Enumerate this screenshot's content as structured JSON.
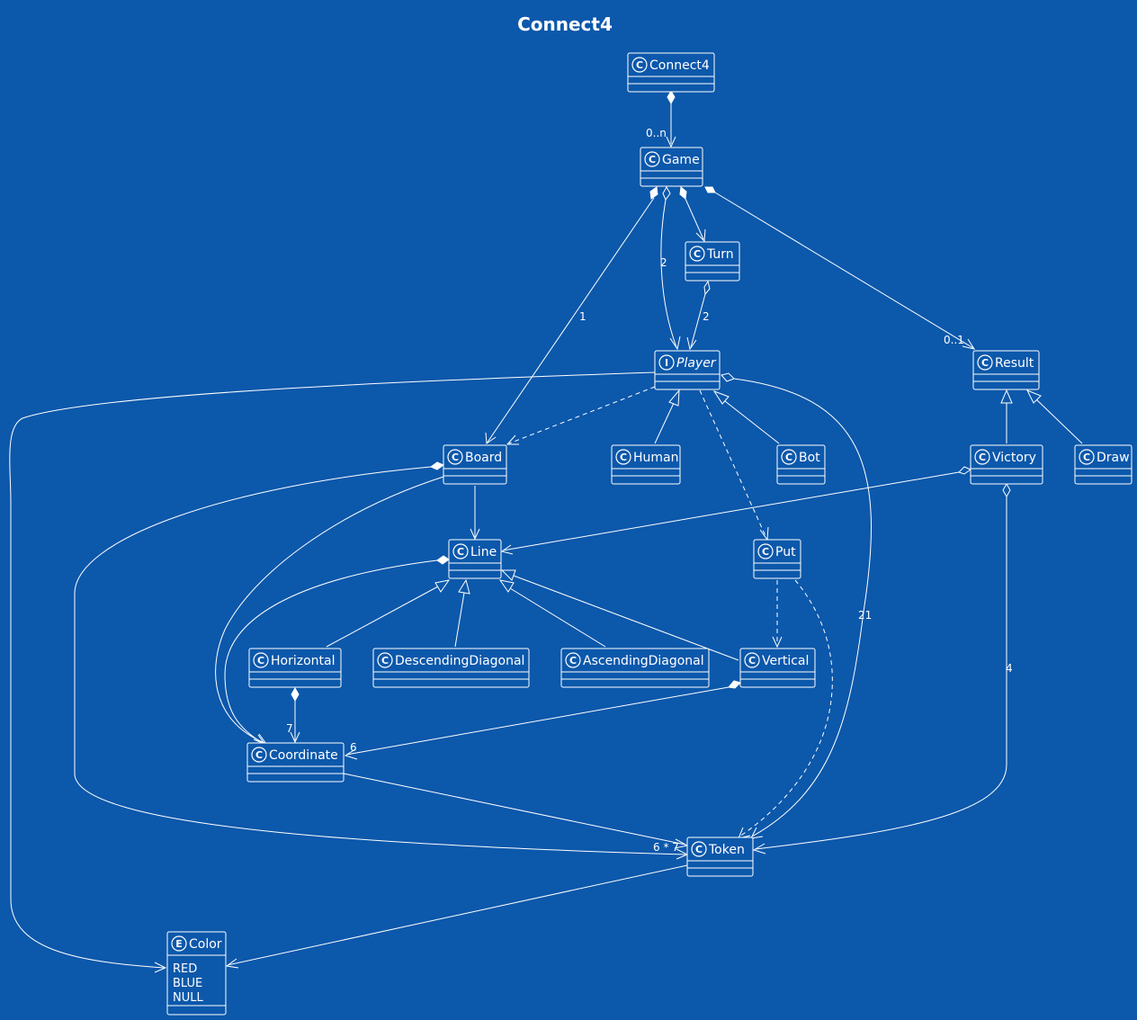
{
  "diagram": {
    "title": "Connect4",
    "classes": {
      "connect4": {
        "name": "Connect4",
        "kind": "class",
        "stereo": "C"
      },
      "game": {
        "name": "Game",
        "kind": "class",
        "stereo": "C"
      },
      "turn": {
        "name": "Turn",
        "kind": "class",
        "stereo": "C"
      },
      "player": {
        "name": "Player",
        "kind": "interface",
        "stereo": "I"
      },
      "result": {
        "name": "Result",
        "kind": "class",
        "stereo": "C"
      },
      "board": {
        "name": "Board",
        "kind": "class",
        "stereo": "C"
      },
      "human": {
        "name": "Human",
        "kind": "class",
        "stereo": "C"
      },
      "bot": {
        "name": "Bot",
        "kind": "class",
        "stereo": "C"
      },
      "victory": {
        "name": "Victory",
        "kind": "class",
        "stereo": "C"
      },
      "draw": {
        "name": "Draw",
        "kind": "class",
        "stereo": "C"
      },
      "line": {
        "name": "Line",
        "kind": "class",
        "stereo": "C"
      },
      "put": {
        "name": "Put",
        "kind": "class",
        "stereo": "C"
      },
      "horizontal": {
        "name": "Horizontal",
        "kind": "class",
        "stereo": "C"
      },
      "descending_diagonal": {
        "name": "DescendingDiagonal",
        "kind": "class",
        "stereo": "C"
      },
      "ascending_diagonal": {
        "name": "AscendingDiagonal",
        "kind": "class",
        "stereo": "C"
      },
      "vertical": {
        "name": "Vertical",
        "kind": "class",
        "stereo": "C"
      },
      "coordinate": {
        "name": "Coordinate",
        "kind": "class",
        "stereo": "C"
      },
      "token": {
        "name": "Token",
        "kind": "class",
        "stereo": "C"
      },
      "color": {
        "name": "Color",
        "kind": "enum",
        "stereo": "E",
        "values": [
          "RED",
          "BLUE",
          "NULL"
        ]
      }
    },
    "relations": [
      {
        "from": "Connect4",
        "to": "Game",
        "type": "composition",
        "multiplicity": "0..n"
      },
      {
        "from": "Game",
        "to": "Board",
        "type": "composition",
        "multiplicity": "1"
      },
      {
        "from": "Game",
        "to": "Player",
        "type": "aggregation",
        "multiplicity": "2"
      },
      {
        "from": "Game",
        "to": "Turn",
        "type": "composition",
        "multiplicity": ""
      },
      {
        "from": "Game",
        "to": "Result",
        "type": "composition",
        "multiplicity": "0..1"
      },
      {
        "from": "Turn",
        "to": "Player",
        "type": "aggregation",
        "multiplicity": "2"
      },
      {
        "from": "Player",
        "to": "Color",
        "type": "association",
        "multiplicity": ""
      },
      {
        "from": "Player",
        "to": "Board",
        "type": "dependency",
        "multiplicity": ""
      },
      {
        "from": "Player",
        "to": "Put",
        "type": "dependency",
        "multiplicity": ""
      },
      {
        "from": "Player",
        "to": "Token",
        "type": "aggregation",
        "multiplicity": "21"
      },
      {
        "from": "Human",
        "to": "Player",
        "type": "realization",
        "multiplicity": ""
      },
      {
        "from": "Bot",
        "to": "Player",
        "type": "realization",
        "multiplicity": ""
      },
      {
        "from": "Victory",
        "to": "Result",
        "type": "inheritance",
        "multiplicity": ""
      },
      {
        "from": "Draw",
        "to": "Result",
        "type": "inheritance",
        "multiplicity": ""
      },
      {
        "from": "Board",
        "to": "Token",
        "type": "composition",
        "multiplicity": "6 * 7"
      },
      {
        "from": "Board",
        "to": "Line",
        "type": "association",
        "multiplicity": ""
      },
      {
        "from": "Board",
        "to": "Coordinate",
        "type": "association",
        "multiplicity": ""
      },
      {
        "from": "Victory",
        "to": "Line",
        "type": "aggregation",
        "multiplicity": ""
      },
      {
        "from": "Victory",
        "to": "Token",
        "type": "aggregation",
        "multiplicity": "4"
      },
      {
        "from": "Line",
        "to": "Coordinate",
        "type": "composition",
        "multiplicity": ""
      },
      {
        "from": "Horizontal",
        "to": "Line",
        "type": "inheritance",
        "multiplicity": ""
      },
      {
        "from": "DescendingDiagonal",
        "to": "Line",
        "type": "inheritance",
        "multiplicity": ""
      },
      {
        "from": "AscendingDiagonal",
        "to": "Line",
        "type": "inheritance",
        "multiplicity": ""
      },
      {
        "from": "Vertical",
        "to": "Line",
        "type": "inheritance",
        "multiplicity": ""
      },
      {
        "from": "Horizontal",
        "to": "Coordinate",
        "type": "composition",
        "multiplicity": "7"
      },
      {
        "from": "Vertical",
        "to": "Coordinate",
        "type": "composition",
        "multiplicity": "6"
      },
      {
        "from": "Put",
        "to": "Vertical",
        "type": "dependency",
        "multiplicity": ""
      },
      {
        "from": "Put",
        "to": "Token",
        "type": "dependency",
        "multiplicity": ""
      },
      {
        "from": "Coordinate",
        "to": "Token",
        "type": "association",
        "multiplicity": ""
      },
      {
        "from": "Token",
        "to": "Color",
        "type": "association",
        "multiplicity": ""
      }
    ]
  }
}
